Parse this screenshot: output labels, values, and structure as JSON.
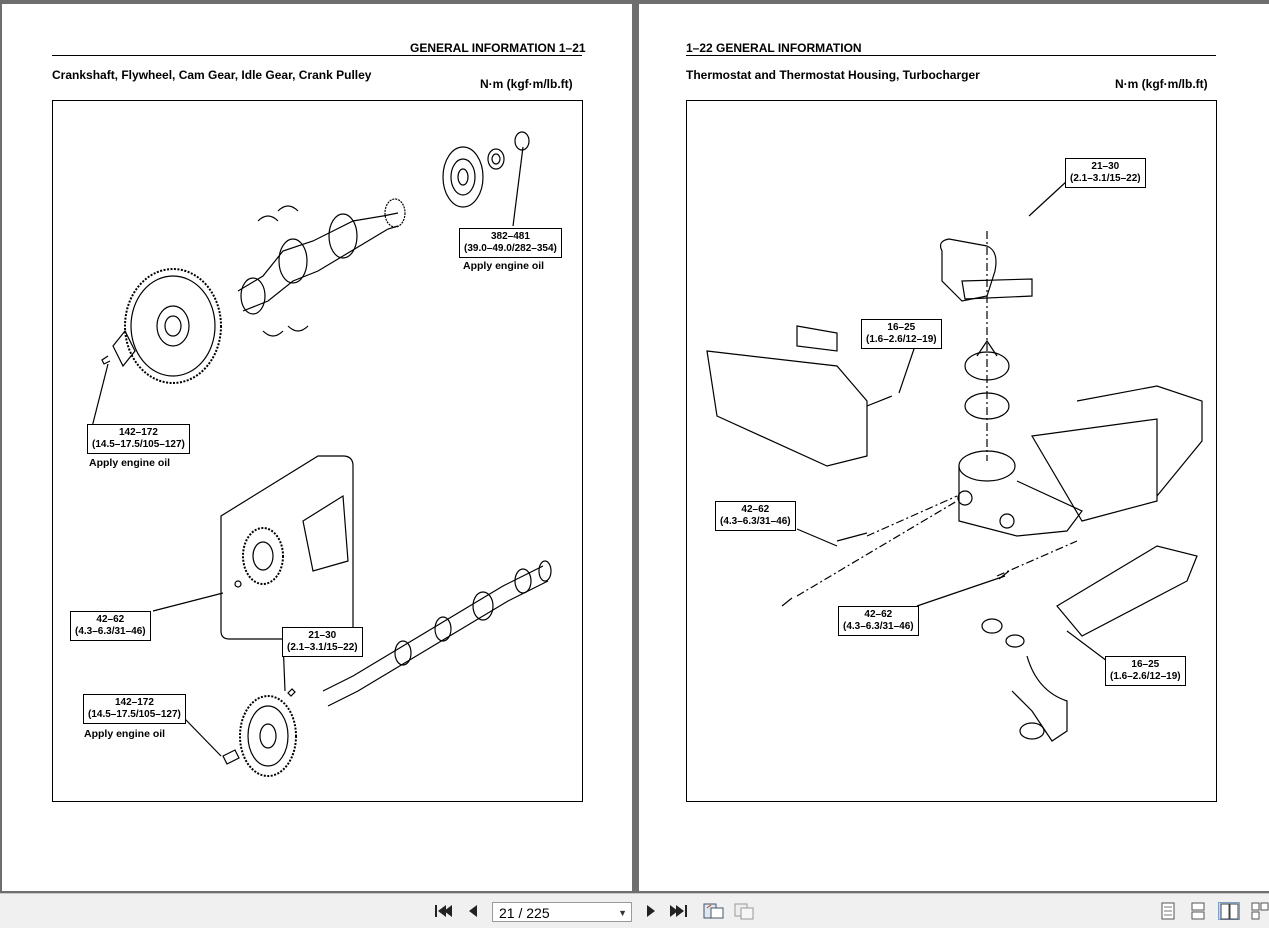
{
  "viewer": {
    "page_indicator": "21 / 225",
    "icons": [
      "first-page-icon",
      "previous-page-icon",
      "next-page-icon",
      "last-page-icon",
      "rotate-view-icon",
      "copy-view-icon",
      "single-page-view-icon",
      "continuous-view-icon",
      "facing-view-icon",
      "continuous-facing-view-icon"
    ]
  },
  "left_page": {
    "header": "GENERAL INFORMATION  1–21",
    "title": "Crankshaft, Flywheel, Cam Gear, Idle Gear, Crank Pulley",
    "unit": "N·m (kgf·m/lb.ft)",
    "callouts": [
      {
        "value": "382–481",
        "sub": "(39.0–49.0/282–354)"
      },
      {
        "value": "142–172",
        "sub": "(14.5–17.5/105–127)"
      },
      {
        "value": "42–62",
        "sub": "(4.3–6.3/31–46)"
      },
      {
        "value": "21–30",
        "sub": "(2.1–3.1/15–22)"
      },
      {
        "value": "142–172",
        "sub": "(14.5–17.5/105–127)"
      }
    ],
    "notes": [
      "Apply engine oil",
      "Apply engine oil",
      "Apply engine oil"
    ]
  },
  "right_page": {
    "header": "1–22  GENERAL INFORMATION",
    "title": "Thermostat and Thermostat Housing, Turbocharger",
    "unit": "N·m (kgf·m/lb.ft)",
    "callouts": [
      {
        "value": "21–30",
        "sub": "(2.1–3.1/15–22)"
      },
      {
        "value": "16–25",
        "sub": "(1.6–2.6/12–19)"
      },
      {
        "value": "42–62",
        "sub": "(4.3–6.3/31–46)"
      },
      {
        "value": "42–62",
        "sub": "(4.3–6.3/31–46)"
      },
      {
        "value": "16–25",
        "sub": "(1.6–2.6/12–19)"
      }
    ]
  }
}
